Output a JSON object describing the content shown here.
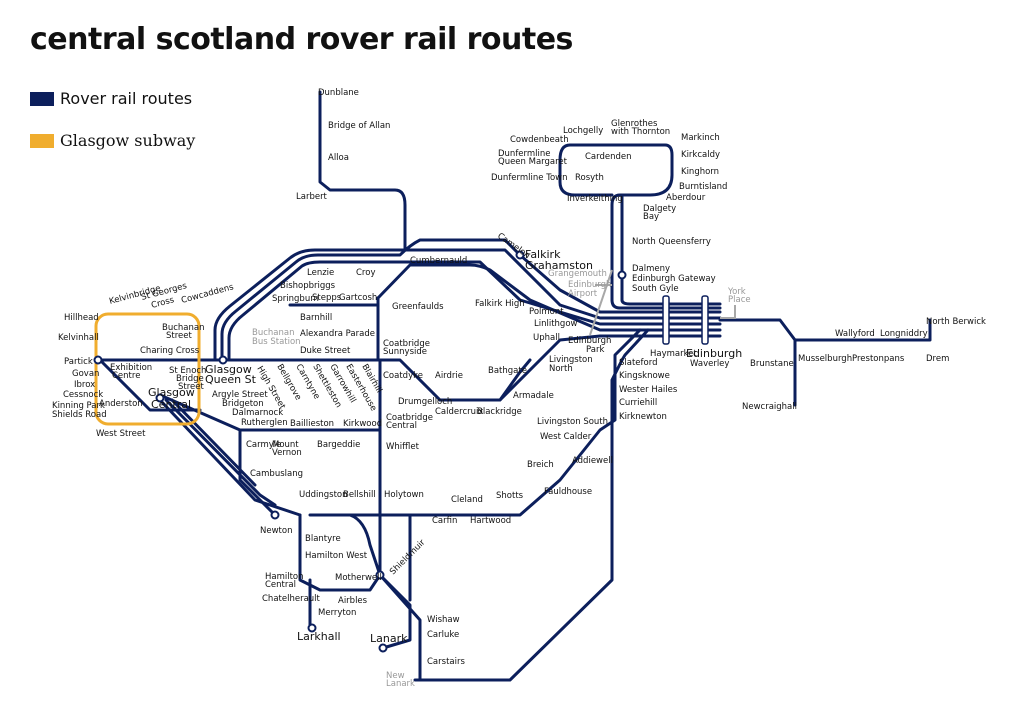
{
  "title": "central scotland rover rail routes",
  "legend": [
    {
      "label": "Rover rail routes",
      "color": "#0c1f5c"
    },
    {
      "label": "Glasgow subway",
      "color": "#f0ad2e"
    }
  ],
  "colors": {
    "rail": "#0c1f5c",
    "subway": "#f0ad2e",
    "grey": "#a8a8a8"
  },
  "stations": {
    "dunblane": "Dunblane",
    "bridge_of_allan": "Bridge of Allan",
    "alloa": "Alloa",
    "larbert": "Larbert",
    "camelon": "Camelon",
    "falkirk_grahamston_1": "Falkirk",
    "falkirk_grahamston_2": "Grahamston",
    "lenzie": "Lenzie",
    "croy": "Croy",
    "bishopbriggs": "Bishopbriggs",
    "cumbernauld": "Cumbernauld",
    "springburn": "Springburn",
    "stepps": "Stepps",
    "gartcosh": "Gartcosh",
    "greenfaulds": "Greenfaulds",
    "falkirk_high": "Falkirk High",
    "polmont": "Polmont",
    "linlithgow": "Linlithgow",
    "grangemouth": "Grangemouth",
    "edinburgh_airport_1": "Edinburgh",
    "edinburgh_airport_2": "Airport",
    "york_place_1": "York",
    "york_place_2": "Place",
    "cowdenbeath": "Cowdenbeath",
    "lochgelly": "Lochgelly",
    "glenrothes_1": "Glenrothes",
    "glenrothes_2": "with Thornton",
    "markinch": "Markinch",
    "kirkcaldy": "Kirkcaldy",
    "kinghorn": "Kinghorn",
    "burntisland": "Burntisland",
    "aberdour": "Aberdour",
    "dalgety_1": "Dalgety",
    "dalgety_2": "Bay",
    "dunfermline_qm_1": "Dunfermline",
    "dunfermline_qm_2": "Queen Margaret",
    "dunfermline_town": "Dunfermline Town",
    "cardenden": "Cardenden",
    "rosyth": "Rosyth",
    "inverkeithing": "Inverkeithing",
    "north_queensferry": "North Queensferry",
    "dalmeny": "Dalmeny",
    "edinburgh_gateway": "Edinburgh Gateway",
    "south_gyle": "South Gyle",
    "north_berwick": "North Berwick",
    "wallyford": "Wallyford",
    "longniddry": "Longniddry",
    "drem": "Drem",
    "musselburgh": "Musselburgh",
    "prestonpans": "Prestonpans",
    "brunstane": "Brunstane",
    "newcraighall": "Newcraighall",
    "haymarket": "Haymarket",
    "edinburgh_waverley_1": "Edinburgh",
    "edinburgh_waverley_2": "Waverley",
    "edinburgh_park_1": "Edinburgh",
    "edinburgh_park_2": "Park",
    "uphall": "Uphall",
    "livingston_north_1": "Livingston",
    "livingston_north_2": "North",
    "bathgate": "Bathgate",
    "armadale": "Armadale",
    "blackridge": "Blackridge",
    "caldercruix": "Caldercruix",
    "drumgelloch": "Drumgelloch",
    "airdrie": "Airdrie",
    "coatdyke": "Coatdyke",
    "coatbridge_sunnyside_1": "Coatbridge",
    "coatbridge_sunnyside_2": "Sunnyside",
    "slateford": "Slateford",
    "kingsknowe": "Kingsknowe",
    "wester_hailes": "Wester Hailes",
    "curriehill": "Curriehill",
    "kirknewton": "Kirknewton",
    "livingston_south": "Livingston South",
    "west_calder": "West Calder",
    "addiewell": "Addiewell",
    "breich": "Breich",
    "fauldhouse": "Fauldhouse",
    "shotts": "Shotts",
    "hartwood": "Hartwood",
    "cleland": "Cleland",
    "carfin": "Carfin",
    "holytown": "Holytown",
    "bellshill": "Bellshill",
    "uddingston": "Uddingston",
    "newton": "Newton",
    "cambuslang": "Cambuslang",
    "whifflet": "Whifflet",
    "coatbridge_central_1": "Coatbridge",
    "coatbridge_central_2": "Central",
    "kirkwood": "Kirkwood",
    "bargeddie": "Bargeddie",
    "baillieston": "Baillieston",
    "mount_vernon_1": "Mount",
    "mount_vernon_2": "Vernon",
    "carmyle": "Carmyle",
    "rutherglen": "Rutherglen",
    "dalmarnock": "Dalmarnock",
    "bridgeton": "Bridgeton",
    "argyle_street": "Argyle Street",
    "barnhill": "Barnhill",
    "alexandra_parade": "Alexandra Parade",
    "duke_street": "Duke Street",
    "buchanan_bus_1": "Buchanan",
    "buchanan_bus_2": "Bus Station",
    "high_street": "High Street",
    "bellgrove": "Bellgrove",
    "carntyne": "Carntyne",
    "shettleston": "Shettleston",
    "garrowhill": "Garrowhill",
    "easterhouse": "Easterhouse",
    "blairhill": "Blairhill",
    "glasgow_queen_st_1": "Glasgow",
    "glasgow_queen_st_2": "Queen St",
    "glasgow_central_1": "Glasgow",
    "glasgow_central_2": "Central",
    "partick": "Partick",
    "exhibition_centre_1": "Exhibition",
    "exhibition_centre_2": "Centre",
    "anderston": "Anderston",
    "charing_cross": "Charing Cross",
    "buchanan_street_1": "Buchanan",
    "buchanan_street_2": "Street",
    "st_enoch": "St Enoch",
    "bridge_street_1": "Bridge",
    "bridge_street_2": "Street",
    "west_street": "West Street",
    "shields_road": "Shields Road",
    "kinning_park": "Kinning Park",
    "cessnock": "Cessnock",
    "ibrox": "Ibrox",
    "govan": "Govan",
    "kelvinhall": "Kelvinhall",
    "hillhead": "Hillhead",
    "kelvinbridge": "Kelvinbridge",
    "st_georges_cross_1": "St Georges",
    "st_georges_cross_2": "Cross",
    "cowcaddens": "Cowcaddens",
    "blantyre": "Blantyre",
    "hamilton_west": "Hamilton West",
    "hamilton_central_1": "Hamilton",
    "hamilton_central_2": "Central",
    "chatelherault": "Chatelherault",
    "merryton": "Merryton",
    "larkhall": "Larkhall",
    "airbles": "Airbles",
    "motherwell": "Motherwell",
    "shieldmuir": "Shieldmuir",
    "wishaw": "Wishaw",
    "carluke": "Carluke",
    "lanark": "Lanark",
    "carstairs": "Carstairs",
    "new_lanark_1": "New",
    "new_lanark_2": "Lanark"
  }
}
